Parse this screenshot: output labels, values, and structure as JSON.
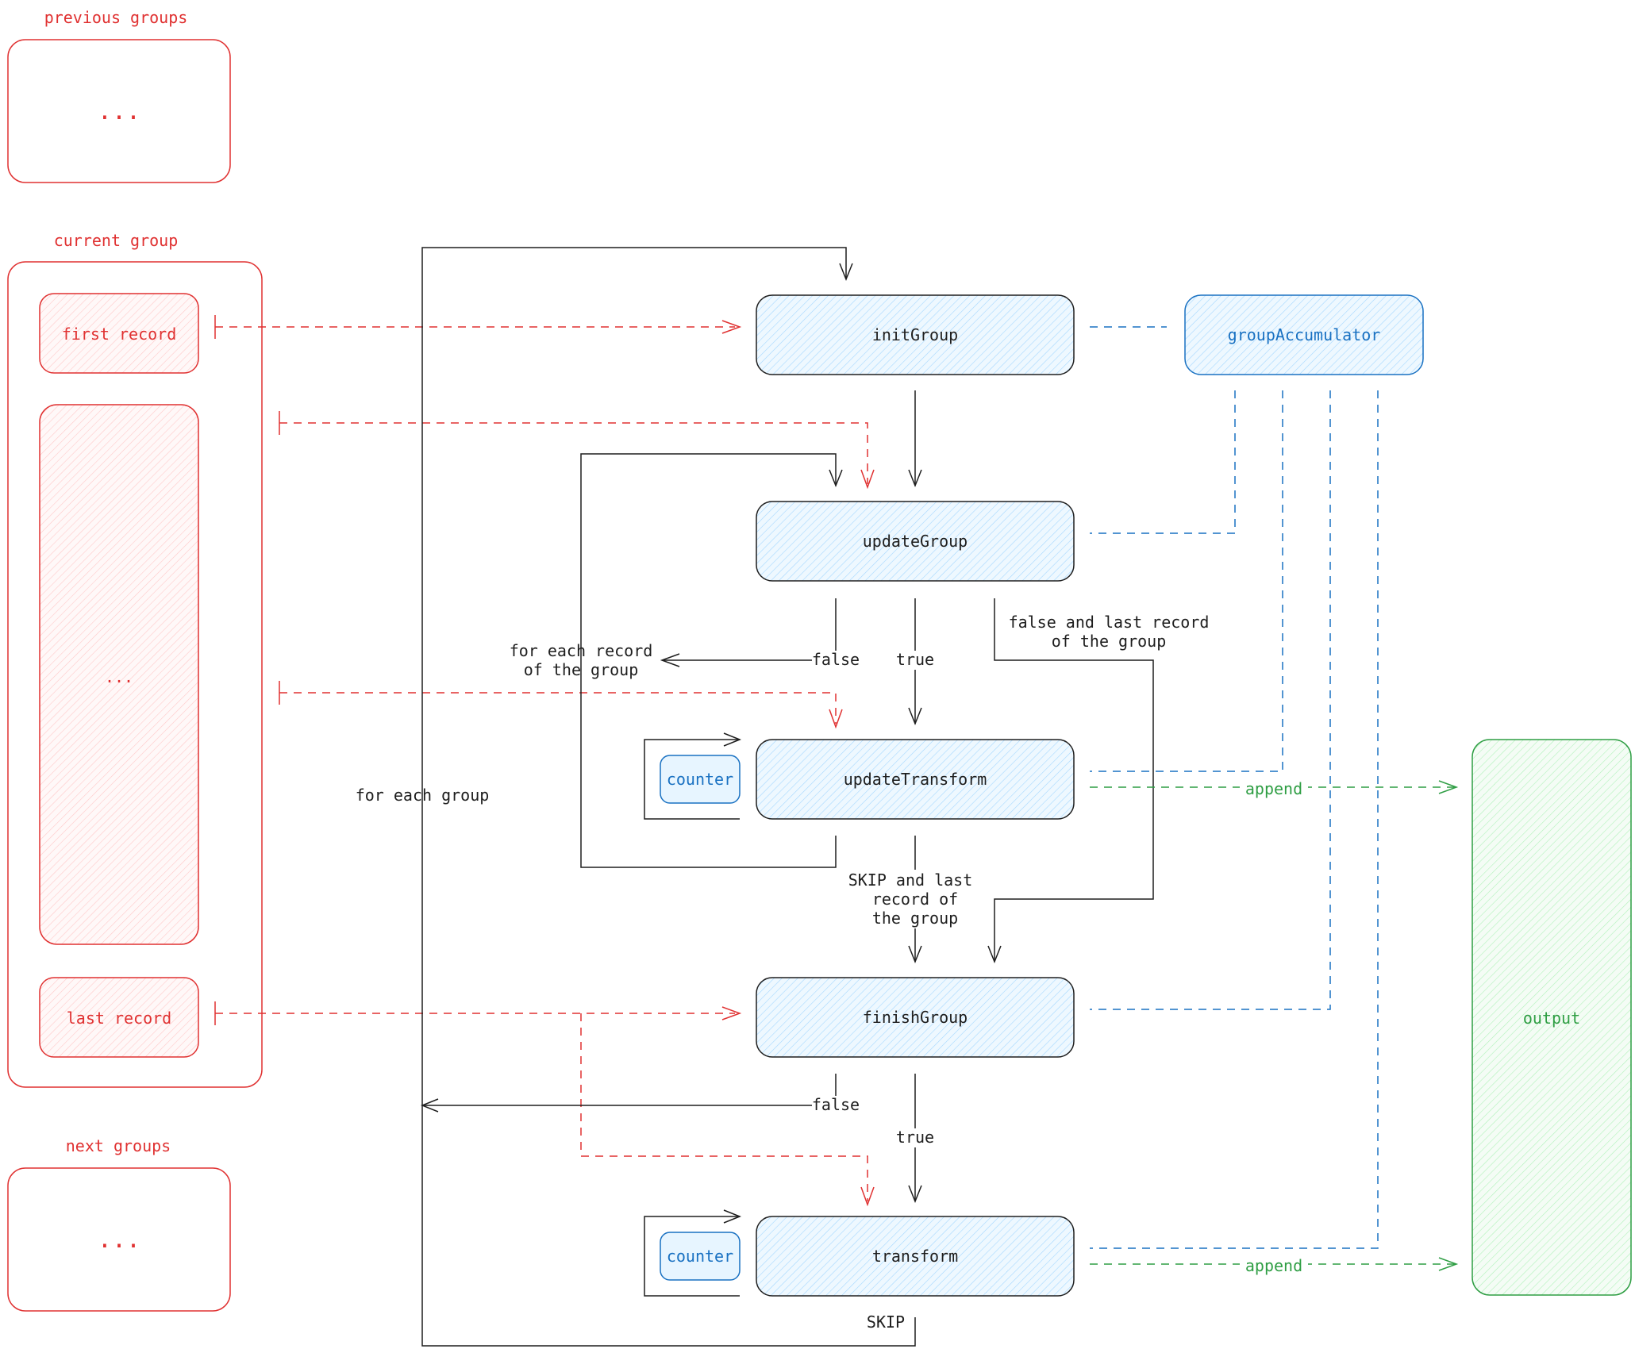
{
  "left_column": {
    "previous_groups_title": "previous groups",
    "previous_groups_ellipsis": "...",
    "current_group_title": "current group",
    "first_record": "first record",
    "middle_records_ellipsis": "...",
    "last_record": "last record",
    "next_groups_title": "next groups",
    "next_groups_ellipsis": "..."
  },
  "functions": {
    "init_group": "initGroup",
    "group_accumulator": "groupAccumulator",
    "update_group": "updateGroup",
    "update_transform": "updateTransform",
    "finish_group": "finishGroup",
    "transform": "transform",
    "counter_1": "counter",
    "counter_2": "counter",
    "output": "output"
  },
  "flow_labels": {
    "for_each_group": "for each group",
    "for_each_record_line1": "for each record",
    "for_each_record_line2": "of the group",
    "update_false": "false",
    "update_true": "true",
    "false_last_line1": "false and last record",
    "false_last_line2": "of the group",
    "skip_last_line1": "SKIP and last",
    "skip_last_line2": "record of",
    "skip_last_line3": "the group",
    "finish_false": "false",
    "finish_true": "true",
    "skip": "SKIP",
    "append_1": "append",
    "append_2": "append"
  },
  "colors": {
    "record_red": "#e03131",
    "accumulator_blue": "#1971c2",
    "output_green": "#2f9e44",
    "flow_black": "#1e1e1e"
  }
}
